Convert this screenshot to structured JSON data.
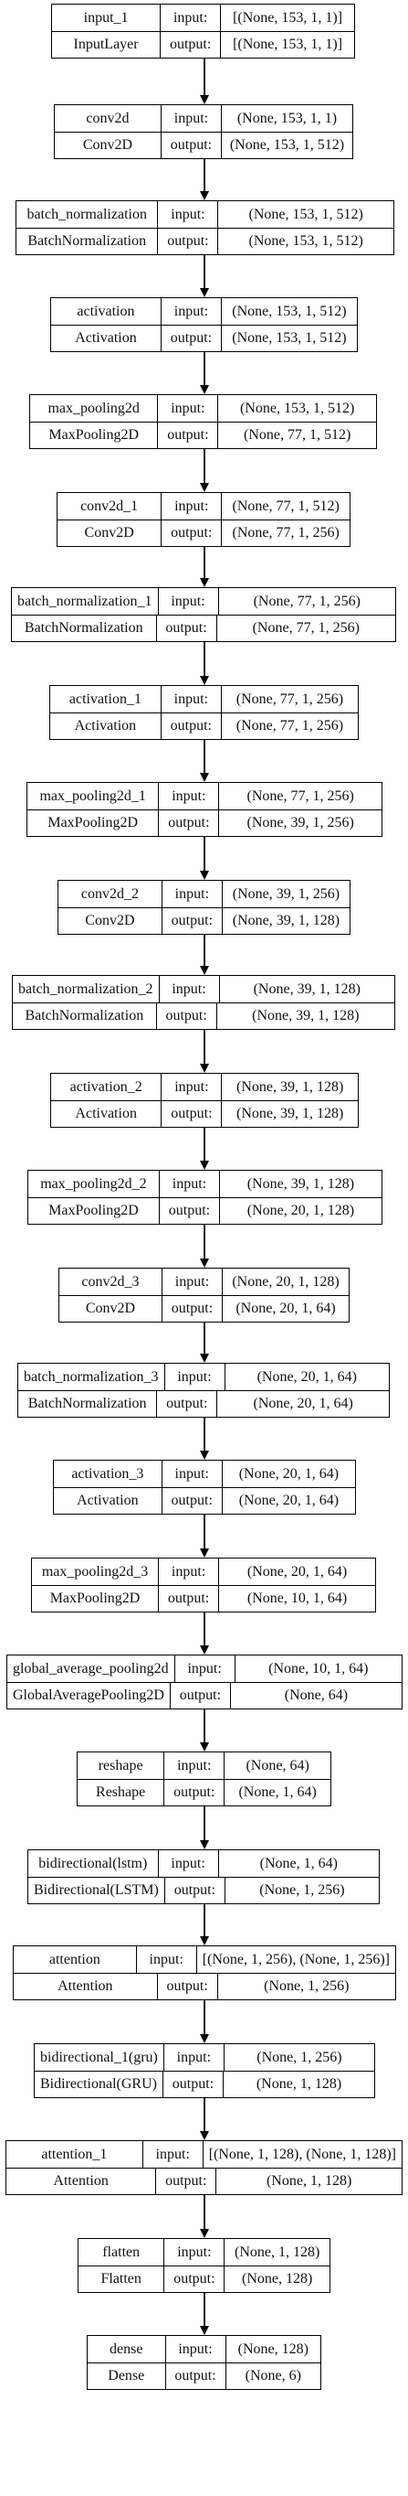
{
  "nodes": [
    {
      "name": "input_1",
      "type": "InputLayer",
      "input": "[(None, 153, 1, 1)]",
      "output": "[(None, 153, 1, 1)]"
    },
    {
      "name": "conv2d",
      "type": "Conv2D",
      "input": "(None, 153, 1, 1)",
      "output": "(None, 153, 1, 512)"
    },
    {
      "name": "batch_normalization",
      "type": "BatchNormalization",
      "input": "(None, 153, 1, 512)",
      "output": "(None, 153, 1, 512)"
    },
    {
      "name": "activation",
      "type": "Activation",
      "input": "(None, 153, 1, 512)",
      "output": "(None, 153, 1, 512)"
    },
    {
      "name": "max_pooling2d",
      "type": "MaxPooling2D",
      "input": "(None, 153, 1, 512)",
      "output": "(None, 77, 1, 512)"
    },
    {
      "name": "conv2d_1",
      "type": "Conv2D",
      "input": "(None, 77, 1, 512)",
      "output": "(None, 77, 1, 256)"
    },
    {
      "name": "batch_normalization_1",
      "type": "BatchNormalization",
      "input": "(None, 77, 1, 256)",
      "output": "(None, 77, 1, 256)"
    },
    {
      "name": "activation_1",
      "type": "Activation",
      "input": "(None, 77, 1, 256)",
      "output": "(None, 77, 1, 256)"
    },
    {
      "name": "max_pooling2d_1",
      "type": "MaxPooling2D",
      "input": "(None, 77, 1, 256)",
      "output": "(None, 39, 1, 256)"
    },
    {
      "name": "conv2d_2",
      "type": "Conv2D",
      "input": "(None, 39, 1, 256)",
      "output": "(None, 39, 1, 128)"
    },
    {
      "name": "batch_normalization_2",
      "type": "BatchNormalization",
      "input": "(None, 39, 1, 128)",
      "output": "(None, 39, 1, 128)"
    },
    {
      "name": "activation_2",
      "type": "Activation",
      "input": "(None, 39, 1, 128)",
      "output": "(None, 39, 1, 128)"
    },
    {
      "name": "max_pooling2d_2",
      "type": "MaxPooling2D",
      "input": "(None, 39, 1, 128)",
      "output": "(None, 20, 1, 128)"
    },
    {
      "name": "conv2d_3",
      "type": "Conv2D",
      "input": "(None, 20, 1, 128)",
      "output": "(None, 20, 1, 64)"
    },
    {
      "name": "batch_normalization_3",
      "type": "BatchNormalization",
      "input": "(None, 20, 1, 64)",
      "output": "(None, 20, 1, 64)"
    },
    {
      "name": "activation_3",
      "type": "Activation",
      "input": "(None, 20, 1, 64)",
      "output": "(None, 20, 1, 64)"
    },
    {
      "name": "max_pooling2d_3",
      "type": "MaxPooling2D",
      "input": "(None, 20, 1, 64)",
      "output": "(None, 10, 1, 64)"
    },
    {
      "name": "global_average_pooling2d",
      "type": "GlobalAveragePooling2D",
      "input": "(None, 10, 1, 64)",
      "output": "(None, 64)"
    },
    {
      "name": "reshape",
      "type": "Reshape",
      "input": "(None, 64)",
      "output": "(None, 1, 64)"
    },
    {
      "name": "bidirectional(lstm)",
      "type": "Bidirectional(LSTM)",
      "input": "(None, 1, 64)",
      "output": "(None, 1, 256)"
    },
    {
      "name": "attention",
      "type": "Attention",
      "input": "[(None, 1, 256), (None, 1, 256)]",
      "output": "(None, 1, 256)"
    },
    {
      "name": "bidirectional_1(gru)",
      "type": "Bidirectional(GRU)",
      "input": "(None, 1, 256)",
      "output": "(None, 1, 128)"
    },
    {
      "name": "attention_1",
      "type": "Attention",
      "input": "[(None, 1, 128), (None, 1, 128)]",
      "output": "(None, 1, 128)"
    },
    {
      "name": "flatten",
      "type": "Flatten",
      "input": "(None, 1, 128)",
      "output": "(None, 128)"
    },
    {
      "name": "dense",
      "type": "Dense",
      "input": "(None, 128)",
      "output": "(None, 6)"
    }
  ],
  "labels": {
    "input": "input:",
    "output": "output:"
  }
}
